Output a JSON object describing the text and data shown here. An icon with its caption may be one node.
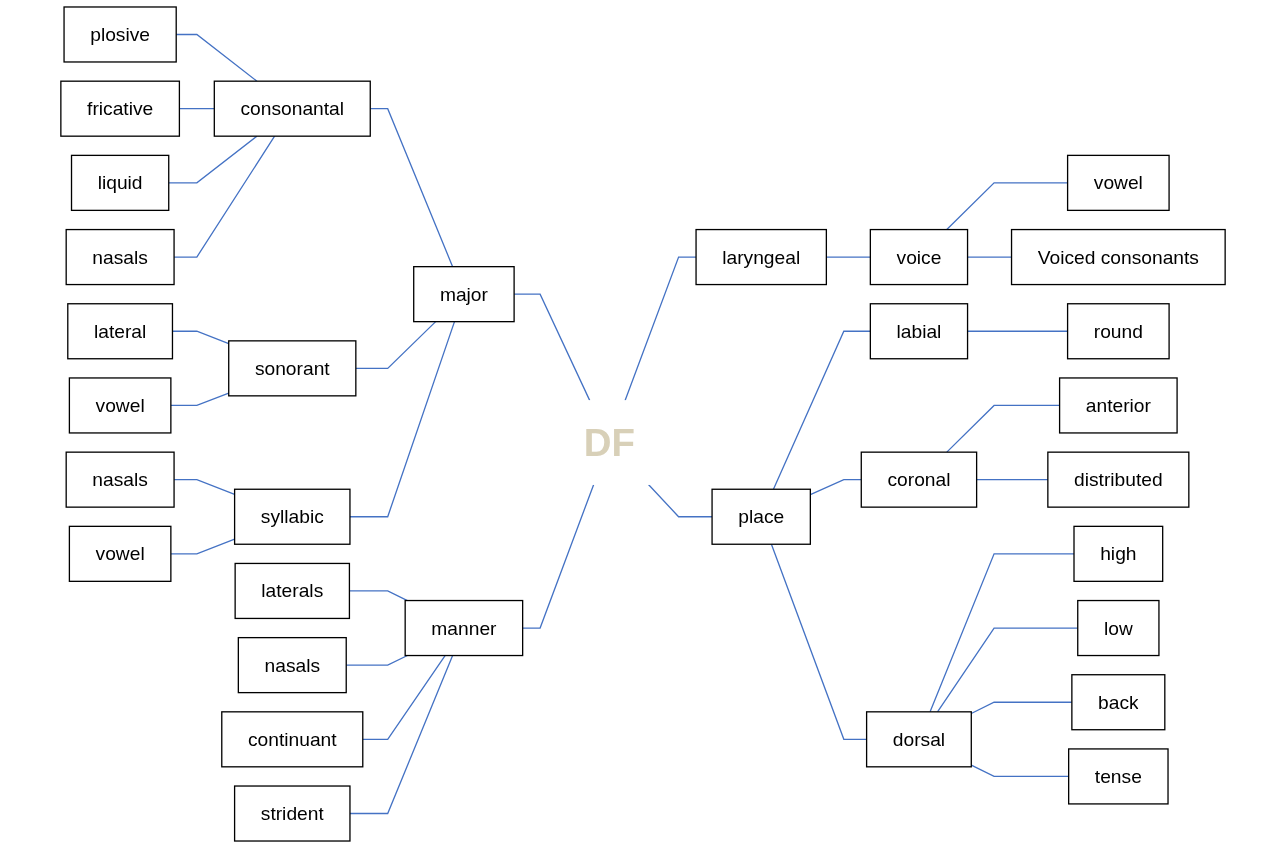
{
  "diagram": {
    "nodes": [
      {
        "text": [
          "DF"
        ]
      },
      {
        "text": [
          "major"
        ]
      },
      {
        "text": [
          "consonantal"
        ]
      },
      {
        "text": [
          "sonorant"
        ]
      },
      {
        "text": [
          "syllabic"
        ]
      },
      {
        "text": [
          "plosive"
        ]
      },
      {
        "text": [
          "fricative"
        ]
      },
      {
        "text": [
          "liquid"
        ]
      },
      {
        "text": [
          "nasals"
        ]
      },
      {
        "text": [
          "lateral"
        ]
      },
      {
        "text": [
          "vowel"
        ]
      },
      {
        "text": [
          "nasals"
        ]
      },
      {
        "text": [
          "vowel"
        ]
      },
      {
        "text": [
          "laryngeal"
        ]
      },
      {
        "text": [
          "voice"
        ]
      },
      {
        "text": [
          "vowel"
        ]
      },
      {
        "text": [
          "Voiced consonants"
        ]
      },
      {
        "text": [
          "place"
        ]
      },
      {
        "text": [
          "labial"
        ]
      },
      {
        "text": [
          "round"
        ]
      },
      {
        "text": [
          "coronal"
        ]
      },
      {
        "text": [
          "anterior"
        ]
      },
      {
        "text": [
          "distributed"
        ]
      },
      {
        "text": [
          "dorsal"
        ]
      },
      {
        "text": [
          "high"
        ]
      },
      {
        "text": [
          "low"
        ]
      },
      {
        "text": [
          "back"
        ]
      },
      {
        "text": [
          "tense"
        ]
      },
      {
        "text": [
          "manner"
        ]
      },
      {
        "text": [
          "laterals"
        ]
      },
      {
        "text": [
          "nasals"
        ]
      },
      {
        "text": [
          "continuant"
        ]
      },
      {
        "text": [
          "strident"
        ]
      }
    ],
    "edges": [
      {
        "from": 1,
        "to": 0,
        "arrow": "none"
      },
      {
        "from": 13,
        "to": 0,
        "arrow": "none"
      },
      {
        "from": 17,
        "to": 0,
        "arrow": "none"
      },
      {
        "from": 28,
        "to": 0,
        "arrow": "none"
      },
      {
        "from": 2,
        "to": 1,
        "arrow": "none"
      },
      {
        "from": 3,
        "to": 1,
        "arrow": "none"
      },
      {
        "from": 4,
        "to": 1,
        "arrow": "none"
      },
      {
        "from": 5,
        "to": 2,
        "arrow": "none"
      },
      {
        "from": 6,
        "to": 2,
        "arrow": "none"
      },
      {
        "from": 7,
        "to": 2,
        "arrow": "none"
      },
      {
        "from": 8,
        "to": 2,
        "arrow": "none"
      },
      {
        "from": 9,
        "to": 3,
        "arrow": "none"
      },
      {
        "from": 10,
        "to": 3,
        "arrow": "none"
      },
      {
        "from": 11,
        "to": 4,
        "arrow": "none"
      },
      {
        "from": 12,
        "to": 4,
        "arrow": "none"
      },
      {
        "from": 14,
        "to": 13,
        "arrow": "none"
      },
      {
        "from": 15,
        "to": 14,
        "arrow": "none"
      },
      {
        "from": 16,
        "to": 14,
        "arrow": "none"
      },
      {
        "from": 18,
        "to": 17,
        "arrow": "none"
      },
      {
        "from": 19,
        "to": 18,
        "arrow": "none"
      },
      {
        "from": 20,
        "to": 17,
        "arrow": "none"
      },
      {
        "from": 21,
        "to": 20,
        "arrow": "none"
      },
      {
        "from": 22,
        "to": 20,
        "arrow": "none"
      },
      {
        "from": 23,
        "to": 17,
        "arrow": "none"
      },
      {
        "from": 24,
        "to": 23,
        "arrow": "none"
      },
      {
        "from": 25,
        "to": 23,
        "arrow": "none"
      },
      {
        "from": 26,
        "to": 23,
        "arrow": "none"
      },
      {
        "from": 27,
        "to": 23,
        "arrow": "none"
      },
      {
        "from": 29,
        "to": 28,
        "arrow": "none"
      },
      {
        "from": 30,
        "to": 28,
        "arrow": "none"
      },
      {
        "from": 31,
        "to": 28,
        "arrow": "none"
      },
      {
        "from": 32,
        "to": 28,
        "arrow": "none"
      }
    ]
  }
}
